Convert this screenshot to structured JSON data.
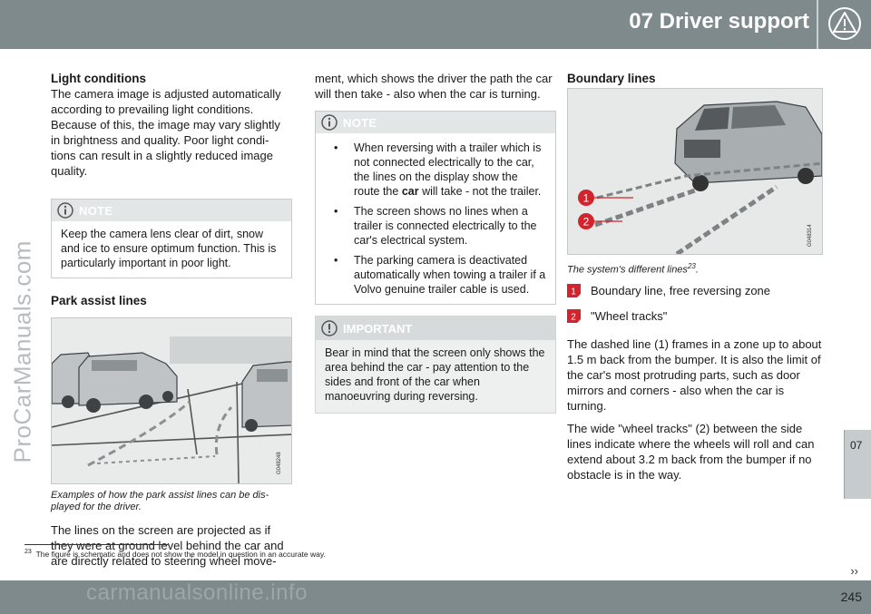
{
  "header": {
    "title": "07 Driver support"
  },
  "side_tab": {
    "label": "07"
  },
  "watermark": "ProCarManuals.com",
  "col1": {
    "light_heading": "Light conditions",
    "light_text": "The camera image is adjusted automatically according to prevailing light conditions. Because of this, the image may vary slightly in brightness and quality. Poor light condi-tions can result in a slightly reduced image quality.",
    "note_label": "NOTE",
    "note_text": "Keep the camera lens clear of dirt, snow and ice to ensure optimum function. This is particularly important in poor light.",
    "park_heading": "Park assist lines",
    "figure_code": "G048248",
    "figure_caption": "Examples of how the park assist lines can be dis-played for the driver.",
    "body_text": "The lines on the screen are projected as if they were at ground level behind the car and are directly related to steering wheel move-"
  },
  "col2": {
    "cont_text": "ment, which shows the driver the path the car will then take - also when the car is turning.",
    "note_label": "NOTE",
    "bullet1_pre": "When reversing with a trailer which is not connected electrically to the car, the lines on the display show the route the ",
    "bullet1_bold": "car",
    "bullet1_post": " will take - not the trailer.",
    "bullet2": "The screen shows no lines when a trailer is connected electrically to the car's electrical system.",
    "bullet3": "The parking camera is deactivated automatically when towing a trailer if a Volvo genuine trailer cable is used.",
    "important_label": "IMPORTANT",
    "important_text": "Bear in mind that the screen only shows the area behind the car - pay attention to the sides and front of the car when manoeuvring during reversing."
  },
  "col3": {
    "heading": "Boundary lines",
    "figure_code": "G048314",
    "callout1": "1",
    "callout2": "2",
    "caption_text": "The system's different lines",
    "caption_sup": "23",
    "legend1": "Boundary line, free reversing zone",
    "legend2": "\"Wheel tracks\"",
    "para1": "The dashed line (1) frames in a zone up to about 1.5 m back from the bumper. It is also the limit of the car's most protruding parts, such as door mirrors and corners - also when the car is turning.",
    "para2": "The wide \"wheel tracks\" (2) between the side lines indicate where the wheels will roll and can extend about 3.2 m back from the bumper if no obstacle is in the way."
  },
  "footnote": {
    "number": "23",
    "text": "The figure is schematic and does not show the model in question in an accurate way."
  },
  "footer": {
    "arrows": "››",
    "page_number": "245",
    "site": "carmanualsonline.info"
  },
  "colors": {
    "header_bg": "#7e8a8c",
    "callout_red": "#d3232c",
    "note_head": "#e3e6e7"
  }
}
